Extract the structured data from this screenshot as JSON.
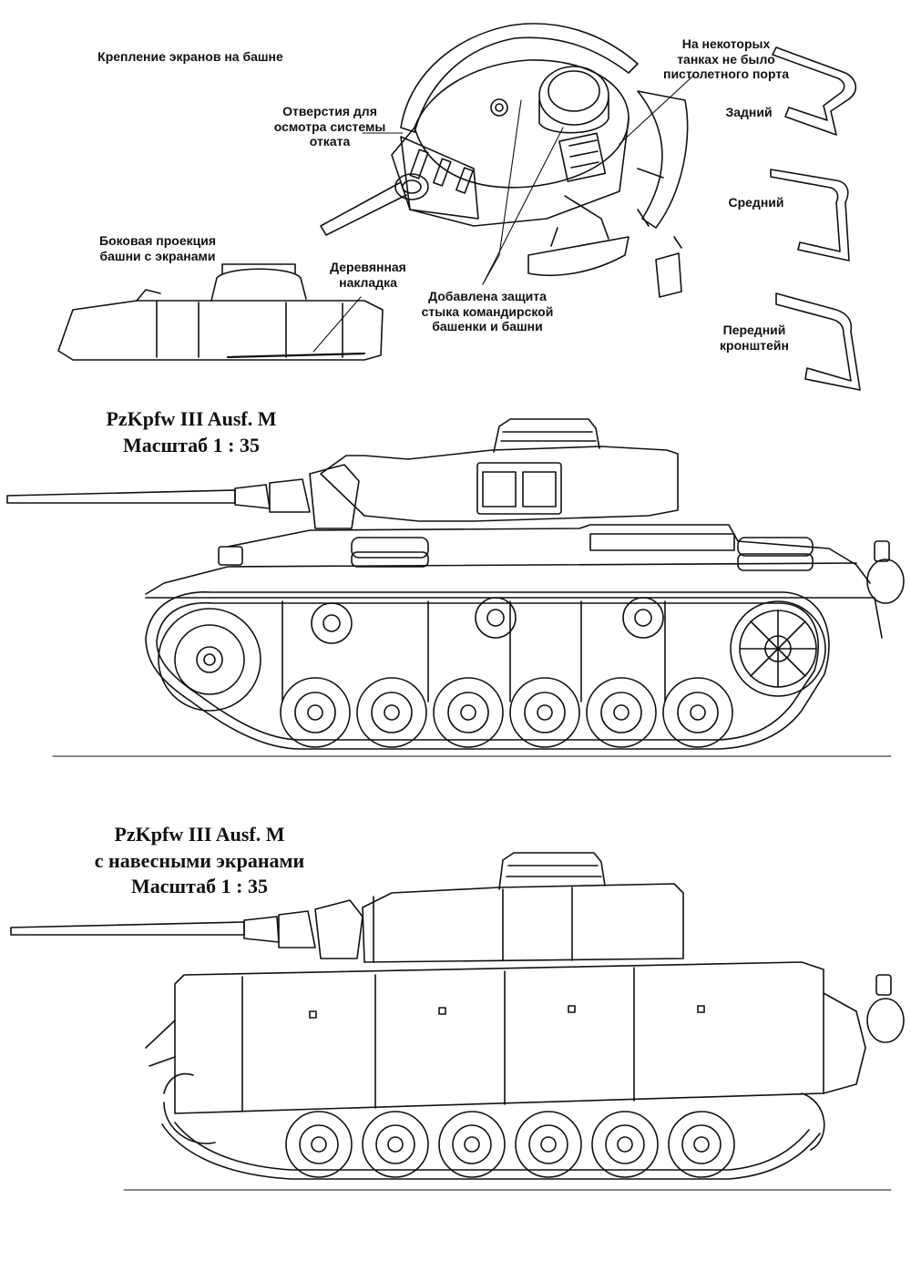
{
  "detail": {
    "heading": "Крепление экранов на башне",
    "inspection_holes": "Отверстия для\nосмотра системы\nотката",
    "no_pistol_port": "На некоторых\nтанках не было\nпистолетного порта",
    "rear": "Задний",
    "middle": "Средний",
    "front_bracket": "Передний\nкронштейн",
    "side_projection": "Боковая проекция\nбашни с экранами",
    "wooden_plate": "Деревянная\nнакладка",
    "added_protection": "Добавлена защита\nстыка командирской\nбашенки и башни"
  },
  "view1": {
    "title": "PzKpfw III Ausf. M",
    "scale": "Масштаб 1 : 35"
  },
  "view2": {
    "title": "PzKpfw III Ausf. M",
    "subtitle": "с навесными экранами",
    "scale": "Масштаб 1 : 35"
  }
}
